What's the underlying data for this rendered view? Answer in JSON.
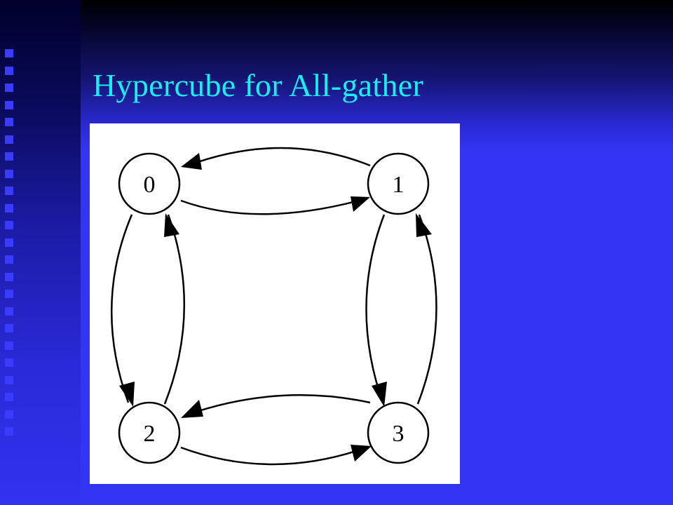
{
  "slide": {
    "title": "Hypercube for All-gather"
  },
  "colors": {
    "background": "#3434f4",
    "title": "#19f0ee",
    "diagram_background": "#ffffff"
  },
  "diagram": {
    "nodes": [
      {
        "id": "0",
        "label": "0"
      },
      {
        "id": "1",
        "label": "1"
      },
      {
        "id": "2",
        "label": "2"
      },
      {
        "id": "3",
        "label": "3"
      }
    ],
    "edges": [
      {
        "from": "1",
        "to": "0"
      },
      {
        "from": "0",
        "to": "1"
      },
      {
        "from": "0",
        "to": "2"
      },
      {
        "from": "2",
        "to": "0"
      },
      {
        "from": "3",
        "to": "1"
      },
      {
        "from": "1",
        "to": "3"
      },
      {
        "from": "3",
        "to": "2"
      },
      {
        "from": "2",
        "to": "3"
      }
    ]
  }
}
